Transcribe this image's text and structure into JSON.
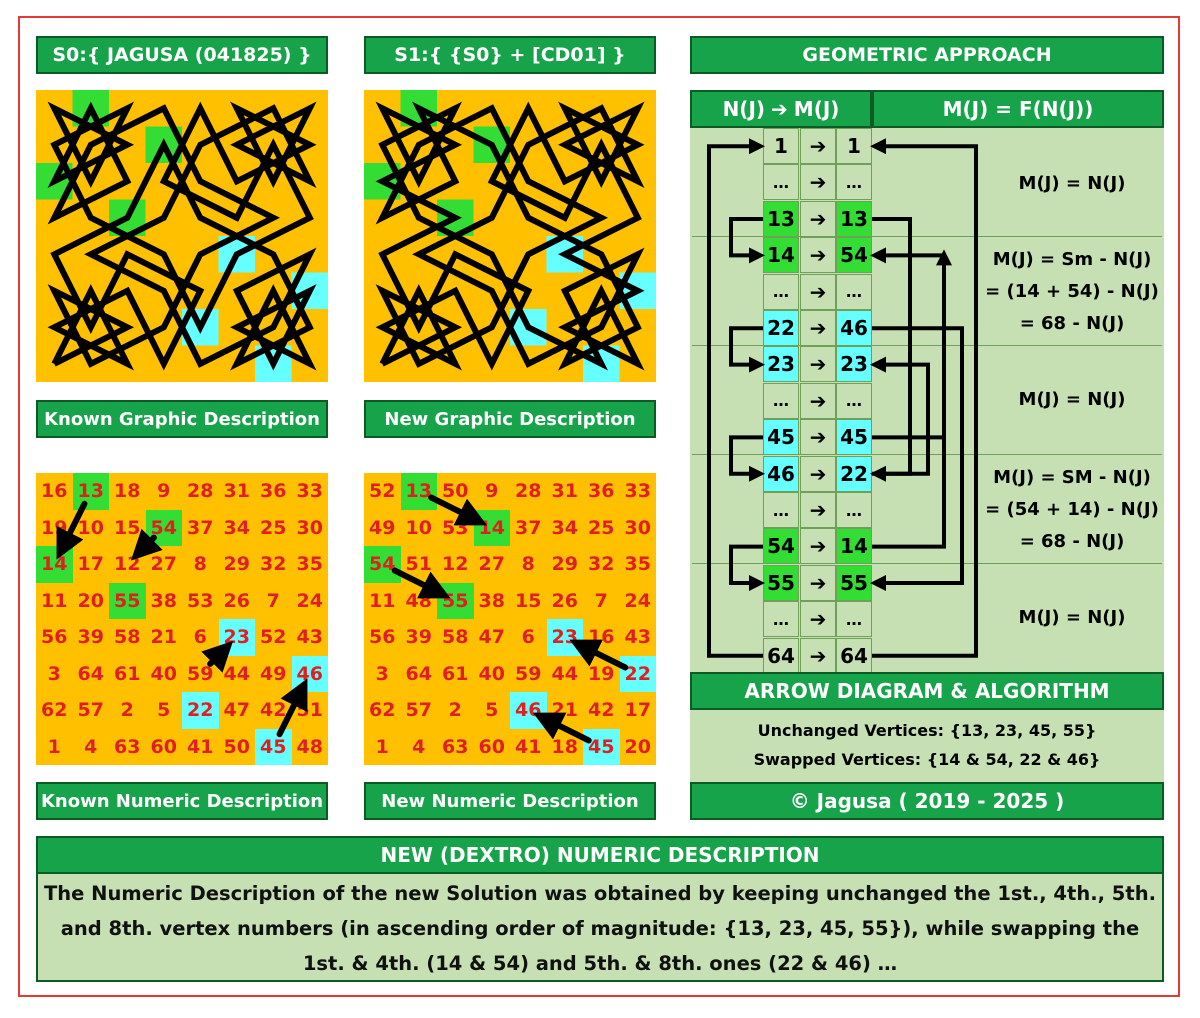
{
  "titles": {
    "s0": "S0:{ JAGUSA (041825) }",
    "s1": "S1:{ {S0} + [CD01] }",
    "geometric": "GEOMETRIC APPROACH",
    "known_graphic": "Known Graphic Description",
    "new_graphic": "New Graphic Description",
    "known_numeric": "Known Numeric Description",
    "new_numeric": "New Numeric Description",
    "arrow_diagram": "ARROW DIAGRAM & ALGORITHM",
    "copyright": "© Jagusa ( 2019 - 2025 )",
    "new_dextro": "NEW (DEXTRO) NUMERIC DESCRIPTION"
  },
  "colors": {
    "header_green": "#16a34a",
    "panel_green": "#c6e0b4",
    "orange_bg": "#ffc000",
    "cell_green": "#33dd33",
    "cell_cyan": "#66ffff",
    "number_red": "#e02020",
    "frame_red": "#e53935"
  },
  "known_grid": [
    [
      "16",
      "13",
      "18",
      "9",
      "28",
      "31",
      "36",
      "33"
    ],
    [
      "19",
      "10",
      "15",
      "54",
      "37",
      "34",
      "25",
      "30"
    ],
    [
      "14",
      "17",
      "12",
      "27",
      "8",
      "29",
      "32",
      "35"
    ],
    [
      "11",
      "20",
      "55",
      "38",
      "53",
      "26",
      "7",
      "24"
    ],
    [
      "56",
      "39",
      "58",
      "21",
      "6",
      "23",
      "52",
      "43"
    ],
    [
      "3",
      "64",
      "61",
      "40",
      "59",
      "44",
      "49",
      "46"
    ],
    [
      "62",
      "57",
      "2",
      "5",
      "22",
      "47",
      "42",
      "51"
    ],
    [
      "1",
      "4",
      "63",
      "60",
      "41",
      "50",
      "45",
      "48"
    ]
  ],
  "new_grid": [
    [
      "52",
      "13",
      "50",
      "9",
      "28",
      "31",
      "36",
      "33"
    ],
    [
      "49",
      "10",
      "53",
      "14",
      "37",
      "34",
      "25",
      "30"
    ],
    [
      "54",
      "51",
      "12",
      "27",
      "8",
      "29",
      "32",
      "35"
    ],
    [
      "11",
      "48",
      "55",
      "38",
      "15",
      "26",
      "7",
      "24"
    ],
    [
      "56",
      "39",
      "58",
      "47",
      "6",
      "23",
      "16",
      "43"
    ],
    [
      "3",
      "64",
      "61",
      "40",
      "59",
      "44",
      "19",
      "22"
    ],
    [
      "62",
      "57",
      "2",
      "5",
      "46",
      "21",
      "42",
      "17"
    ],
    [
      "1",
      "4",
      "63",
      "60",
      "41",
      "18",
      "45",
      "20"
    ]
  ],
  "geo": {
    "col_header_left": "N(J)",
    "col_header_arrow": "➔",
    "col_header_mid": "M(J)",
    "col_header_right": "M(J) = F(N(J))",
    "rows": [
      {
        "n": "1",
        "m": "1"
      },
      {
        "n": "…",
        "m": "…"
      },
      {
        "n": "13",
        "m": "13"
      },
      {
        "n": "14",
        "m": "54"
      },
      {
        "n": "…",
        "m": "…"
      },
      {
        "n": "22",
        "m": "46"
      },
      {
        "n": "23",
        "m": "23"
      },
      {
        "n": "…",
        "m": "…"
      },
      {
        "n": "45",
        "m": "45"
      },
      {
        "n": "46",
        "m": "22"
      },
      {
        "n": "…",
        "m": "…"
      },
      {
        "n": "54",
        "m": "14"
      },
      {
        "n": "55",
        "m": "55"
      },
      {
        "n": "…",
        "m": "…"
      },
      {
        "n": "64",
        "m": "64"
      }
    ],
    "formula1": "M(J) = N(J)",
    "formula2_l1": "M(J) = Sm - N(J)",
    "formula2_l2": "= (14 + 54) - N(J)",
    "formula2_l3": "= 68 - N(J)",
    "formula3": "M(J) = N(J)",
    "formula4_l1": "M(J) = SM - N(J)",
    "formula4_l2": "= (54 + 14) - N(J)",
    "formula4_l3": "= 68 - N(J)",
    "formula5": "M(J) = N(J)"
  },
  "unchanged": "Unchanged Vertices: {13, 23, 45, 55}",
  "swapped": "Swapped Vertices: {14 & 54, 22 & 46}",
  "description": "The Numeric Description of the new Solution was obtained by keeping unchanged the 1st., 4th., 5th. and 8th. vertex numbers (in ascending order of magnitude: {13, 23, 45, 55}), while swapping the 1st. & 4th. (14 & 54) and 5th. & 8th. ones (22 & 46) …"
}
